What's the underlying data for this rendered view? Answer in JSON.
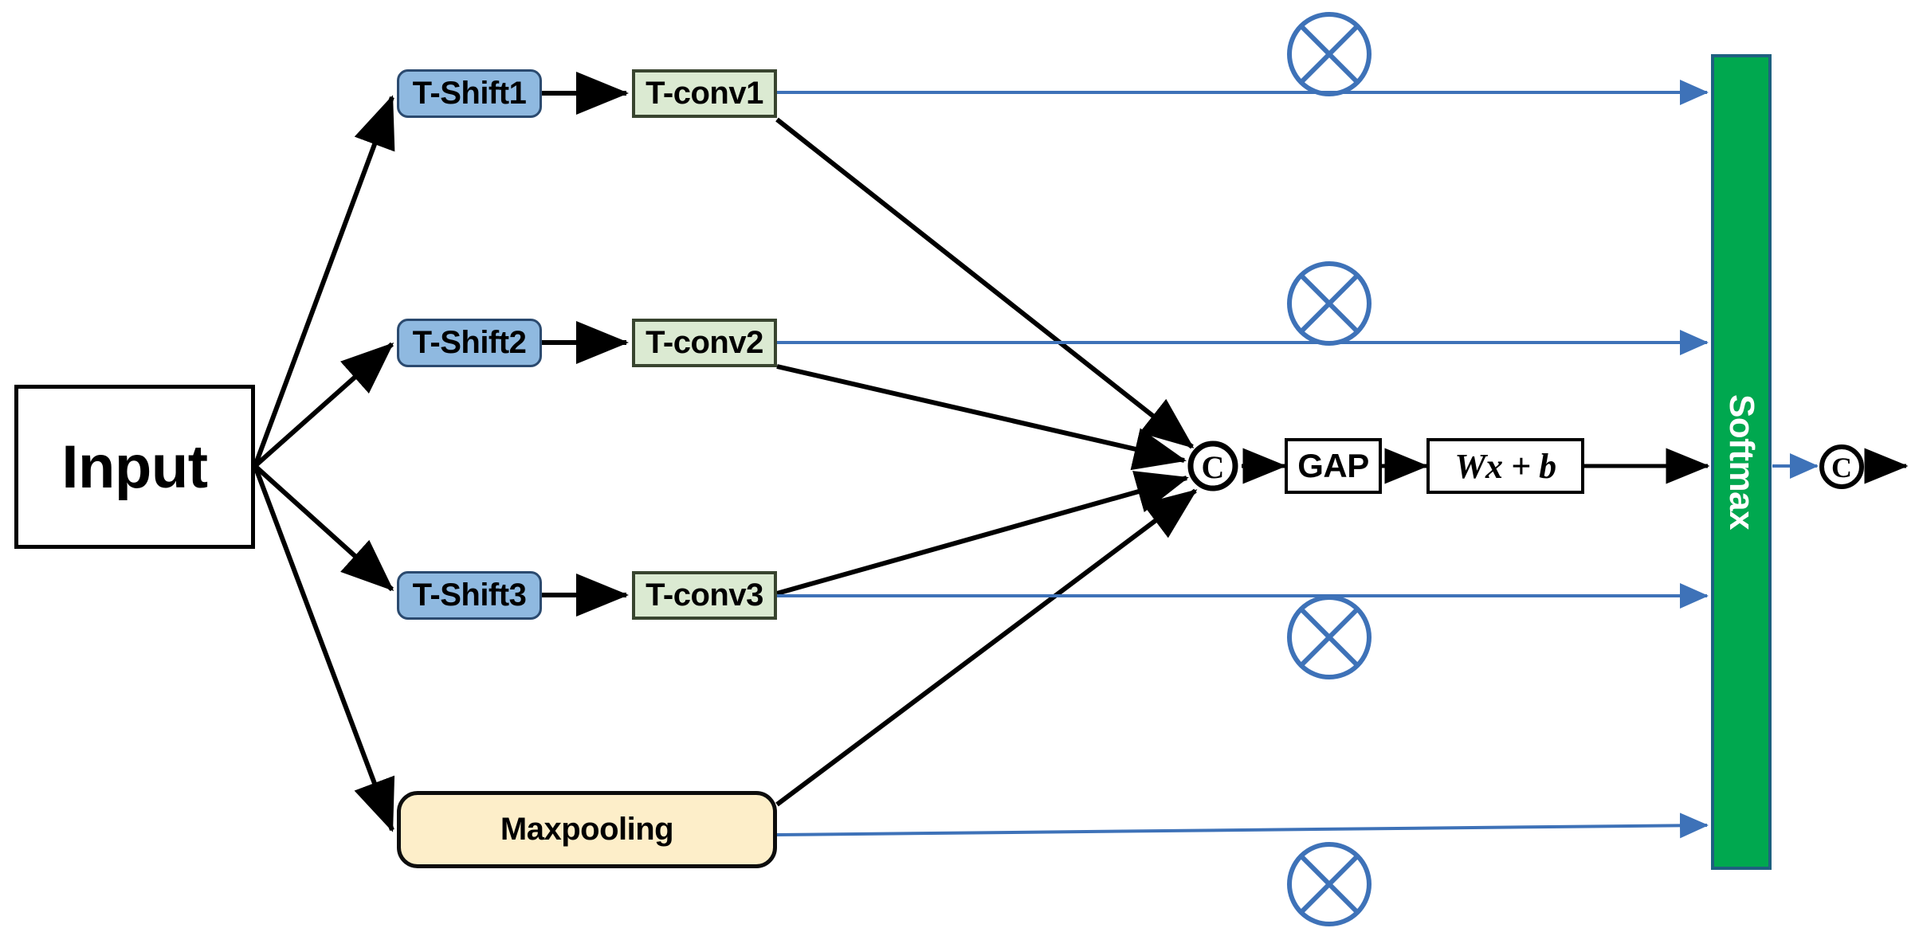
{
  "diagram": {
    "title": "Temporal Shift Multi-Branch Network Architecture",
    "colors": {
      "shift_fill": "#8fb9e0",
      "shift_stroke": "#2b4a6f",
      "conv_fill": "#dbead2",
      "conv_stroke": "#38442f",
      "pool_fill": "#fdeec9",
      "pool_stroke": "#0d0d0d",
      "softmax_fill": "#00a84f",
      "softmax_stroke": "#1f6080",
      "black_edge": "#000000",
      "blue_edge": "#3e72b8",
      "white_fill": "#ffffff"
    },
    "nodes": {
      "input": {
        "label": "Input",
        "shape": "rectangle"
      },
      "shift1": {
        "label": "T-Shift1",
        "shape": "rounded-rectangle"
      },
      "shift2": {
        "label": "T-Shift2",
        "shape": "rounded-rectangle"
      },
      "shift3": {
        "label": "T-Shift3",
        "shape": "rounded-rectangle"
      },
      "conv1": {
        "label": "T-conv1",
        "shape": "rectangle"
      },
      "conv2": {
        "label": "T-conv2",
        "shape": "rectangle"
      },
      "conv3": {
        "label": "T-conv3",
        "shape": "rectangle"
      },
      "maxpooling": {
        "label": "Maxpooling",
        "shape": "rounded-rectangle"
      },
      "concat": {
        "label": "C",
        "shape": "circle"
      },
      "gap": {
        "label": "GAP",
        "shape": "rectangle"
      },
      "linear": {
        "label": "Wx + b",
        "shape": "rectangle"
      },
      "softmax": {
        "label": "Softmax",
        "shape": "vertical-bar"
      },
      "output_concat": {
        "label": "C",
        "shape": "circle"
      }
    },
    "operators": [
      {
        "id": "multiply-1",
        "symbol": "circled-times",
        "branch": "T-conv1"
      },
      {
        "id": "multiply-2",
        "symbol": "circled-times",
        "branch": "T-conv2"
      },
      {
        "id": "multiply-3",
        "symbol": "circled-times",
        "branch": "T-conv3"
      },
      {
        "id": "multiply-4",
        "symbol": "circled-times",
        "branch": "Maxpooling"
      }
    ],
    "edges": [
      {
        "from": "input",
        "to": "shift1",
        "style": "black-arrow"
      },
      {
        "from": "input",
        "to": "shift2",
        "style": "black-arrow"
      },
      {
        "from": "input",
        "to": "shift3",
        "style": "black-arrow"
      },
      {
        "from": "input",
        "to": "maxpooling",
        "style": "black-arrow"
      },
      {
        "from": "shift1",
        "to": "conv1",
        "style": "black-arrow"
      },
      {
        "from": "shift2",
        "to": "conv2",
        "style": "black-arrow"
      },
      {
        "from": "shift3",
        "to": "conv3",
        "style": "black-arrow"
      },
      {
        "from": "conv1",
        "to": "concat",
        "style": "black-arrow"
      },
      {
        "from": "conv2",
        "to": "concat",
        "style": "black-arrow"
      },
      {
        "from": "conv3",
        "to": "concat",
        "style": "black-arrow"
      },
      {
        "from": "maxpooling",
        "to": "concat",
        "style": "black-arrow"
      },
      {
        "from": "concat",
        "to": "gap",
        "style": "black-arrow"
      },
      {
        "from": "gap",
        "to": "linear",
        "style": "black-arrow"
      },
      {
        "from": "linear",
        "to": "softmax",
        "style": "black-arrow"
      },
      {
        "from": "conv1",
        "to": "softmax",
        "style": "blue-arrow"
      },
      {
        "from": "conv2",
        "to": "softmax",
        "style": "blue-arrow"
      },
      {
        "from": "conv3",
        "to": "softmax",
        "style": "blue-arrow"
      },
      {
        "from": "maxpooling",
        "to": "softmax",
        "style": "blue-arrow"
      },
      {
        "from": "softmax",
        "to": "output_concat",
        "style": "blue-arrow"
      },
      {
        "from": "output_concat",
        "to": "end",
        "style": "black-arrow"
      }
    ]
  }
}
